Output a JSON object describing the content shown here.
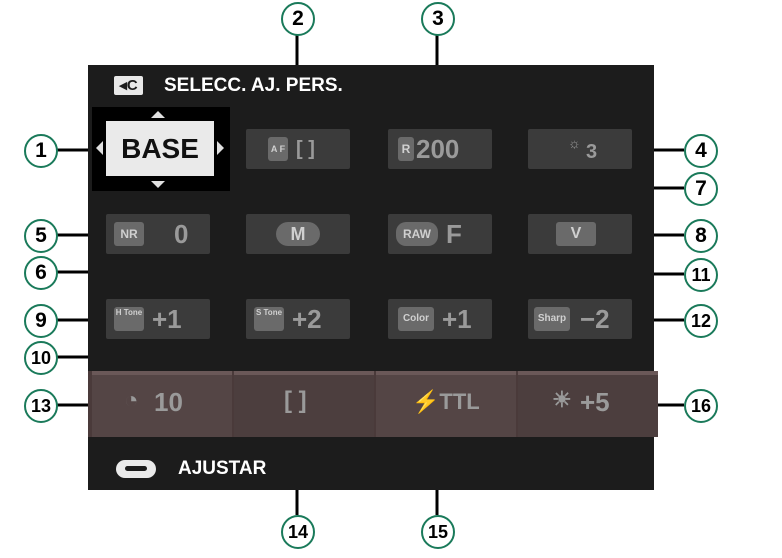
{
  "topbar": {
    "tab_icon": "◂C",
    "title": "SELECC. AJ. PERS."
  },
  "selected": {
    "label": "BASE"
  },
  "tiles": {
    "af_mode": {
      "chip": "A F",
      "value": "[ ]"
    },
    "iso": {
      "chip": "R",
      "value": "200"
    },
    "white_balance": {
      "value": "3"
    },
    "nr": {
      "chip": "NR",
      "value": "0"
    },
    "mode": {
      "value": "M"
    },
    "raw": {
      "chip": "RAW",
      "value": "F"
    },
    "film": {
      "chip": "V"
    },
    "h_tone": {
      "chip": "H Tone",
      "value": "+1"
    },
    "s_tone": {
      "chip": "S Tone",
      "value": "+2"
    },
    "color": {
      "chip": "Color",
      "value": "+1"
    },
    "sharp": {
      "chip": "Sharp",
      "value": "−2"
    }
  },
  "flash": {
    "timer": {
      "value": "10"
    },
    "face": {
      "symbol": "[ ]"
    },
    "ttl": {
      "value": "⚡TTL"
    },
    "brightness": {
      "value": "+5"
    }
  },
  "bottombar": {
    "label": "AJUSTAR"
  },
  "callouts": [
    "1",
    "2",
    "3",
    "4",
    "5",
    "6",
    "7",
    "8",
    "9",
    "10",
    "11",
    "12",
    "13",
    "14",
    "15",
    "16"
  ],
  "colors": {
    "callout_border": "#1a7a5a",
    "screen_bg": "#1c1c1c",
    "tile_bg": "#3b3b3b"
  }
}
